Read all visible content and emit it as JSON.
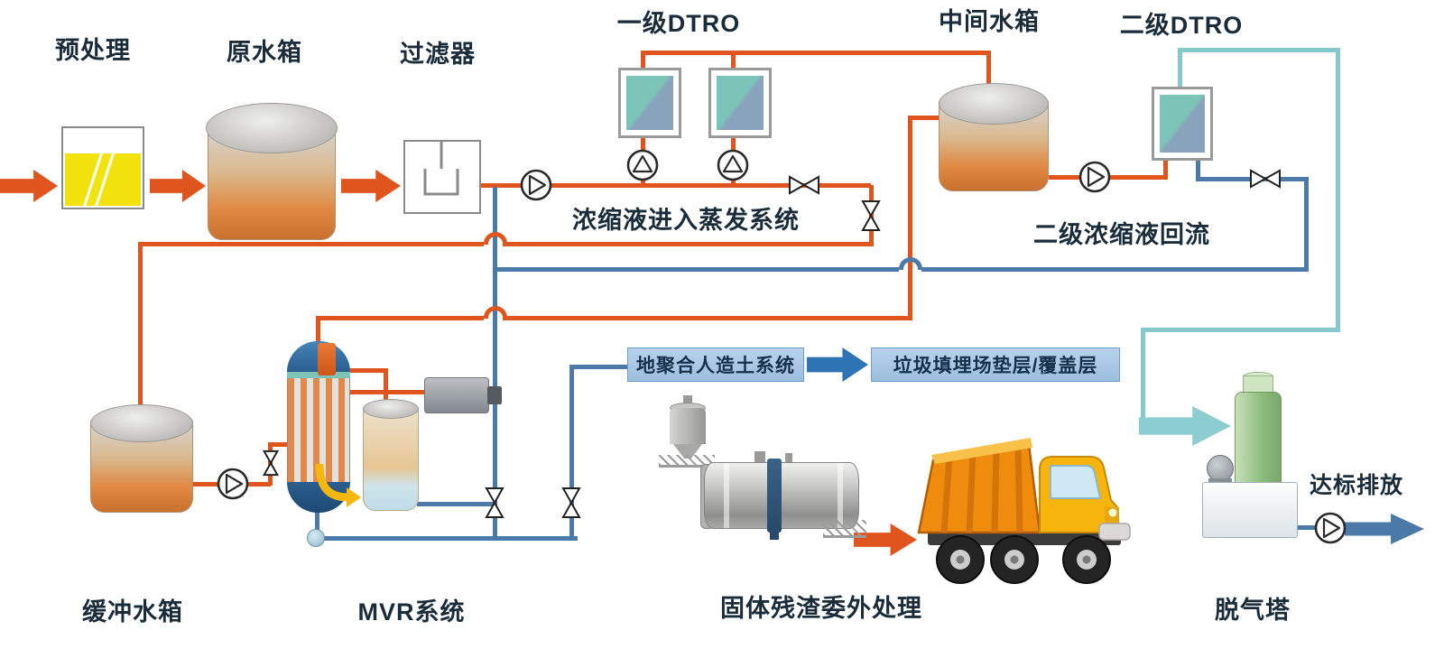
{
  "diagram": {
    "labels": {
      "pretreatment": "预处理",
      "raw_water_tank": "原水箱",
      "filter": "过滤器",
      "stage1_dtro": "一级DTRO",
      "intermediate_tank": "中间水箱",
      "stage2_dtro": "二级DTRO",
      "concentrate_to_evaporation": "浓缩液进入蒸发系统",
      "stage2_concentrate_reflux": "二级浓缩液回流",
      "buffer_tank": "缓冲水箱",
      "mvr_system": "MVR系统",
      "solid_residue_outsourced": "固体残渣委外处理",
      "degassing_tower": "脱气塔",
      "compliant_discharge": "达标排放",
      "geopolymer_soil_system": "地聚合人造土系统",
      "landfill_liner_cover": "垃圾填埋场垫层/覆盖层"
    },
    "colors": {
      "feed_pipe_orange": "#e0551e",
      "reflux_pipe_blue": "#4b79a8",
      "permeate_pipe_teal": "#84c8cc",
      "info_box_fill": "#aac7e6",
      "info_arrow_blue": "#2e74b5",
      "label_text": "#1a2c3a",
      "pretreatment_fill_yellow": "#f2e20e"
    },
    "symbols": {
      "pump": "circle-with-triangle",
      "valve": "bowtie",
      "crossover": "pipe-hop-arc"
    }
  }
}
